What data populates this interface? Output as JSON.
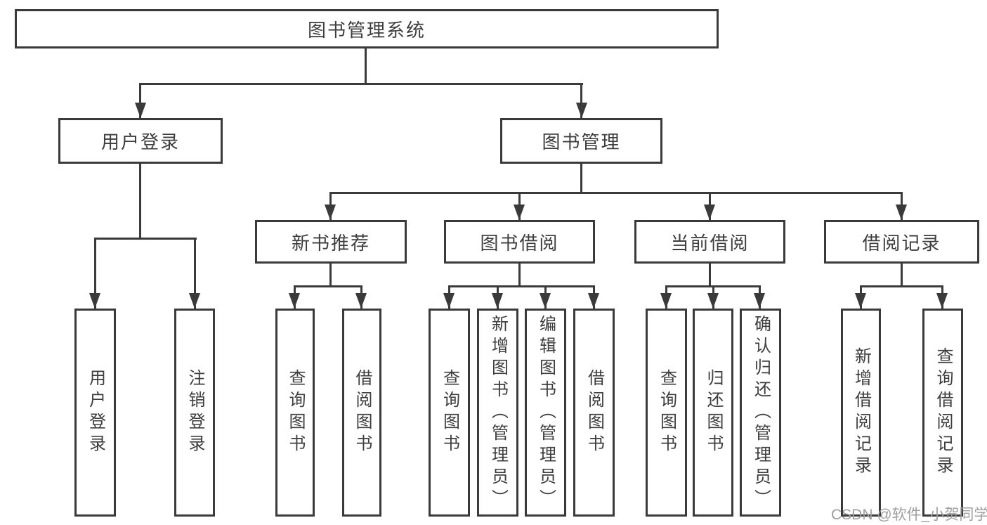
{
  "tree": {
    "root": {
      "label": "图书管理系统"
    },
    "level2": [
      {
        "label": "用户登录"
      },
      {
        "label": "图书管理"
      }
    ],
    "level3": [
      {
        "label": "新书推荐"
      },
      {
        "label": "图书借阅"
      },
      {
        "label": "当前借阅"
      },
      {
        "label": "借阅记录"
      }
    ],
    "leaves": [
      {
        "label": "用户登录"
      },
      {
        "label": "注销登录"
      },
      {
        "label": "查询图书"
      },
      {
        "label": "借阅图书"
      },
      {
        "label": "查询图书"
      },
      {
        "label": "新增图书（管理员）"
      },
      {
        "label": "编辑图书（管理员）"
      },
      {
        "label": "借阅图书"
      },
      {
        "label": "查询图书"
      },
      {
        "label": "归还图书"
      },
      {
        "label": "确认归还（管理员）"
      },
      {
        "label": "新增借阅记录"
      },
      {
        "label": "查询借阅记录"
      }
    ]
  },
  "watermark": "CSDN @软件_小贺同学",
  "colors": {
    "line": "#3a3a3a",
    "text": "#3d3d3d",
    "watermark": "#9e9e9e",
    "background": "#ffffff"
  }
}
